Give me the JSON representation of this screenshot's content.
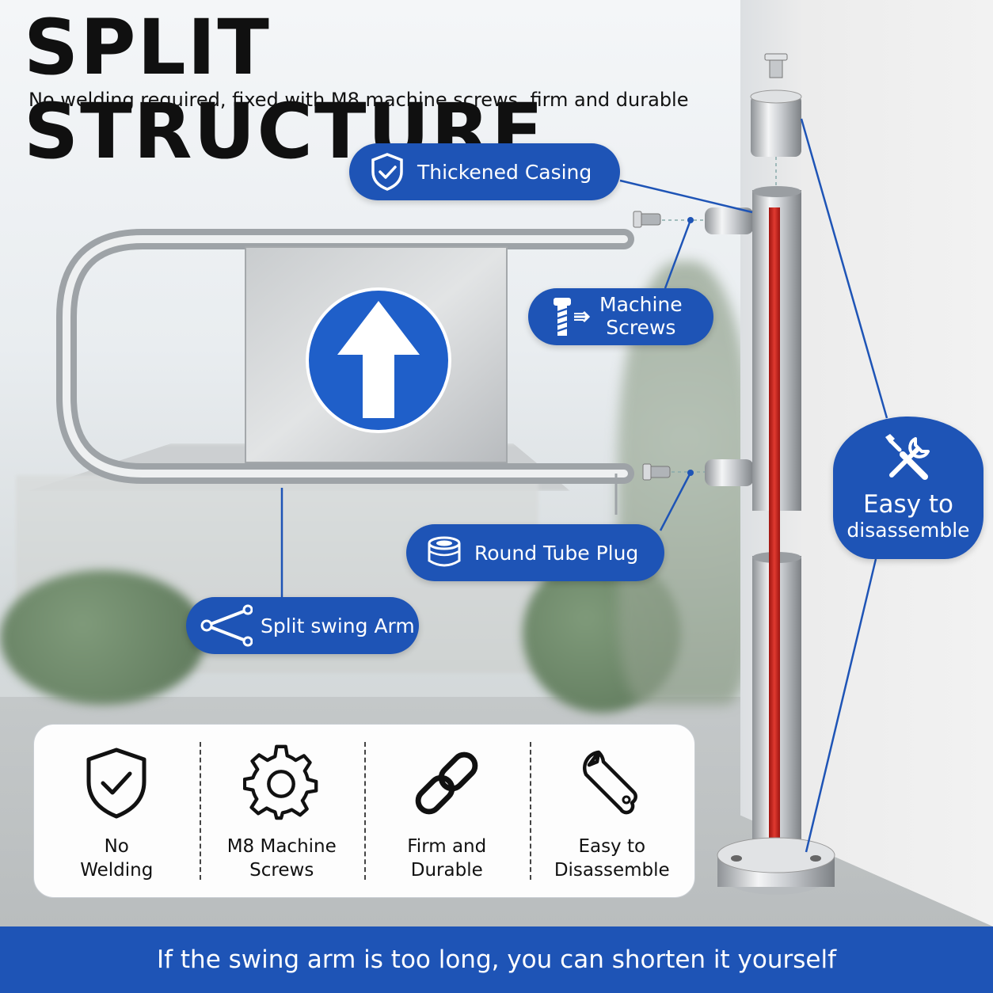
{
  "header": {
    "title": "SPLIT STRUCTURE",
    "subtitle": "No welding required, fixed with M8 machine screws, firm and durable"
  },
  "callouts": {
    "thickened_casing": {
      "label": "Thickened Casing",
      "icon": "shield-check-icon"
    },
    "machine_screws": {
      "line1": "Machine",
      "line2": "Screws",
      "icon": "screw-icon"
    },
    "round_tube_plug": {
      "label": "Round Tube Plug",
      "icon": "tube-plug-icon"
    },
    "split_swing_arm": {
      "label": "Split swing Arm",
      "icon": "split-arm-icon"
    },
    "easy_disassemble": {
      "line1": "Easy to",
      "line2": "disassemble",
      "icon": "tools-icon"
    }
  },
  "features": [
    {
      "label": "No\nWelding",
      "icon": "shield-check-icon"
    },
    {
      "label": "M8 Machine\nScrews",
      "icon": "gear-icon"
    },
    {
      "label": "Firm and\nDurable",
      "icon": "chain-link-icon"
    },
    {
      "label": "Easy to\nDisassemble",
      "icon": "wrench-icon"
    }
  ],
  "footer": {
    "text": "If the swing arm is too long, you can shorten it yourself"
  },
  "colors": {
    "brand_blue": "#1e54b6",
    "sign_blue": "#1f5fc9",
    "red_strip": "#d8261f"
  }
}
